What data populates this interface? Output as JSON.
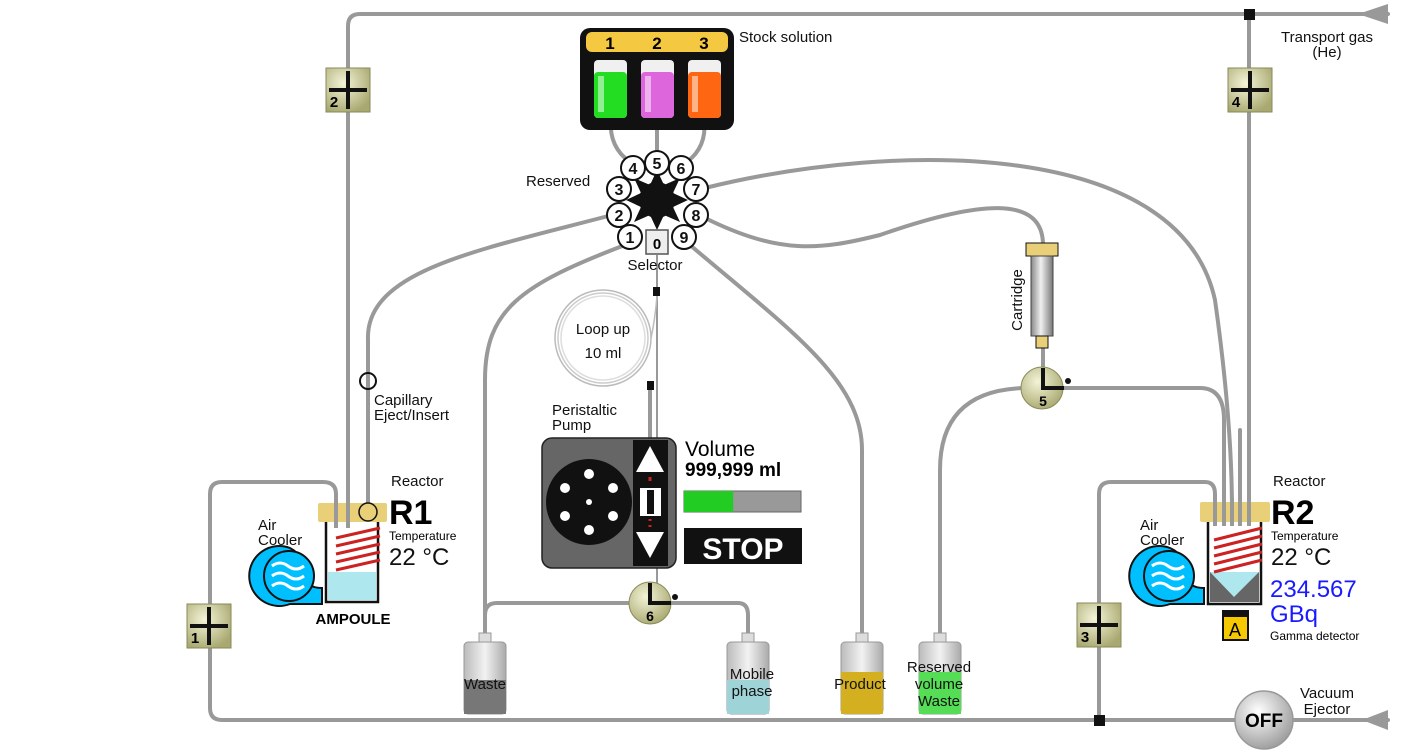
{
  "colors": {
    "pipe": "#999999",
    "valve": "#c8c89a",
    "tray": "#f5c842",
    "activity": "#1a1aff",
    "heater": "#cc2222",
    "cooler": "#00bfff",
    "pump_body": "#666666",
    "stop_bg": "#111111"
  },
  "stock": {
    "label": "Stock solution",
    "vials": [
      {
        "number": "1",
        "color": "#22dd22"
      },
      {
        "number": "2",
        "color": "#dd66dd"
      },
      {
        "number": "3",
        "color": "#ff6611"
      }
    ]
  },
  "transport_gas": {
    "line1": "Transport gas",
    "line2": "(He)"
  },
  "vacuum": {
    "line1": "Vacuum",
    "line2": "Ejector",
    "button": "OFF"
  },
  "valves": {
    "v1": "1",
    "v2": "2",
    "v3": "3",
    "v4": "4",
    "v5": "5",
    "v6": "6"
  },
  "selector": {
    "label": "Selector",
    "reserved": "Reserved",
    "center_port": "0",
    "ports": [
      "1",
      "2",
      "3",
      "4",
      "5",
      "6",
      "7",
      "8",
      "9"
    ]
  },
  "loop": {
    "line1": "Loop up",
    "line2": "10 ml"
  },
  "pump": {
    "title_line1": "Peristaltic",
    "title_line2": "Pump",
    "volume_label": "Volume",
    "volume_value": "999,999 ml",
    "progress": 0.42,
    "stop_label": "STOP"
  },
  "capillary": {
    "line1": "Capillary",
    "line2": "Eject/Insert"
  },
  "reactor1": {
    "caption": "Reactor",
    "name": "R1",
    "temp_label": "Temperature",
    "temp_value": "22 °C",
    "vessel_label": "AMPOULE",
    "cooler_line1": "Air",
    "cooler_line2": "Cooler"
  },
  "reactor2": {
    "caption": "Reactor",
    "name": "R2",
    "temp_label": "Temperature",
    "temp_value": "22 °C",
    "activity_value": "234.567",
    "activity_unit": "GBq",
    "detector_label": "Gamma detector",
    "detector_icon": "A",
    "cooler_line1": "Air",
    "cooler_line2": "Cooler"
  },
  "cartridge": {
    "label": "Cartridge"
  },
  "bottles": {
    "waste": {
      "label": "Waste",
      "color": "#777777"
    },
    "mobile": {
      "line1": "Mobile",
      "line2": "phase",
      "color": "#9ed4d8"
    },
    "product": {
      "label": "Product",
      "color": "#d4b020"
    },
    "reserved_waste": {
      "line1": "Reserved",
      "line2": "volume",
      "line3": "Waste",
      "color": "#55dd55"
    }
  }
}
